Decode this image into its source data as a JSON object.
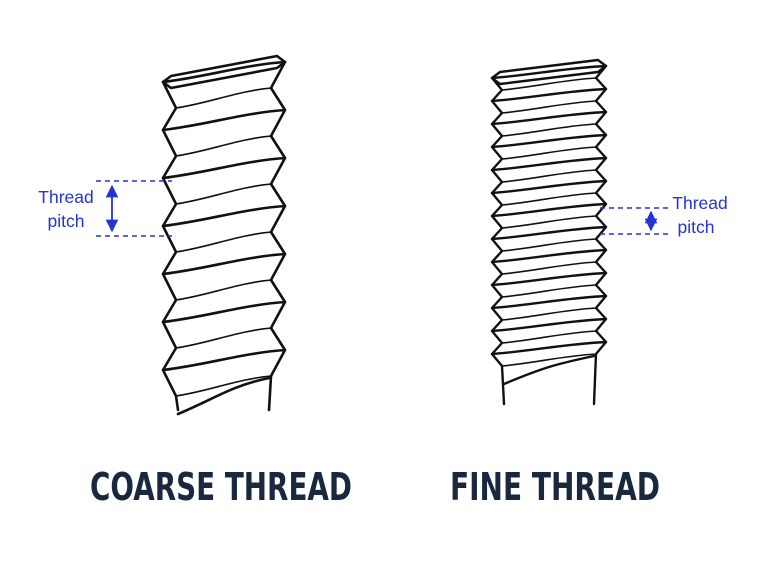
{
  "colors": {
    "background": "#ffffff",
    "outline": "#111111",
    "annotation": "#2434d6",
    "caption": "#19283f"
  },
  "coarse": {
    "caption": "COARSE THREAD",
    "pitch_label_line1": "Thread",
    "pitch_label_line2": "pitch",
    "pitch_arrow_icon": "double-arrow-vertical-icon"
  },
  "fine": {
    "caption": "FINE THREAD",
    "pitch_label_line1": "Thread",
    "pitch_label_line2": "pitch",
    "pitch_arrow_icon": "double-arrow-vertical-icon"
  }
}
